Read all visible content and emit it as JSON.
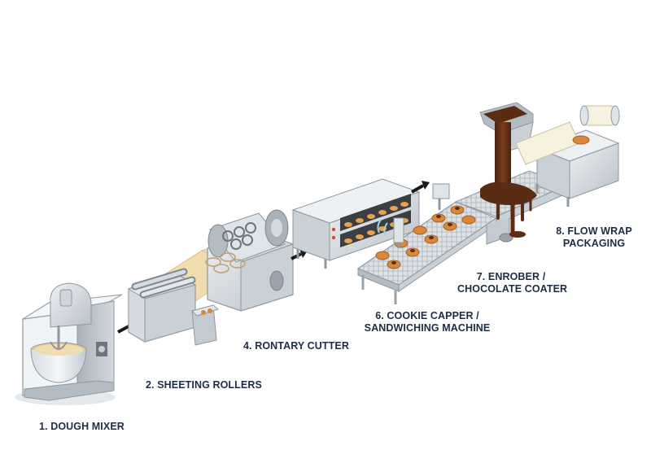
{
  "stations": [
    {
      "id": "dough-mixer",
      "label": "1. DOUGH MIXER"
    },
    {
      "id": "sheeting-rollers",
      "label": "2. SHEETING ROLLERS"
    },
    {
      "id": "rotary-cutter",
      "label": "4. RONTARY CUTTER"
    },
    {
      "id": "cookie-capper",
      "label_line1": "6. COOKIE CAPPER /",
      "label_line2": "SANDWICHING MACHINE"
    },
    {
      "id": "enrober",
      "label_line1": "7. ENROBER /",
      "label_line2": "CHOCOLATE COATER"
    },
    {
      "id": "flow-wrap",
      "label_line1": "8. FLOW WRAP",
      "label_line2": "PACKAGING"
    }
  ],
  "colors": {
    "steel_light": "#e4e8ec",
    "steel_mid": "#c3cad1",
    "steel_dark": "#8f989f",
    "dough": "#f1dcb0",
    "cookie": "#d8883a",
    "chocolate": "#5a2c14",
    "label": "#1f2d44",
    "arrow": "#1a1a1a"
  }
}
